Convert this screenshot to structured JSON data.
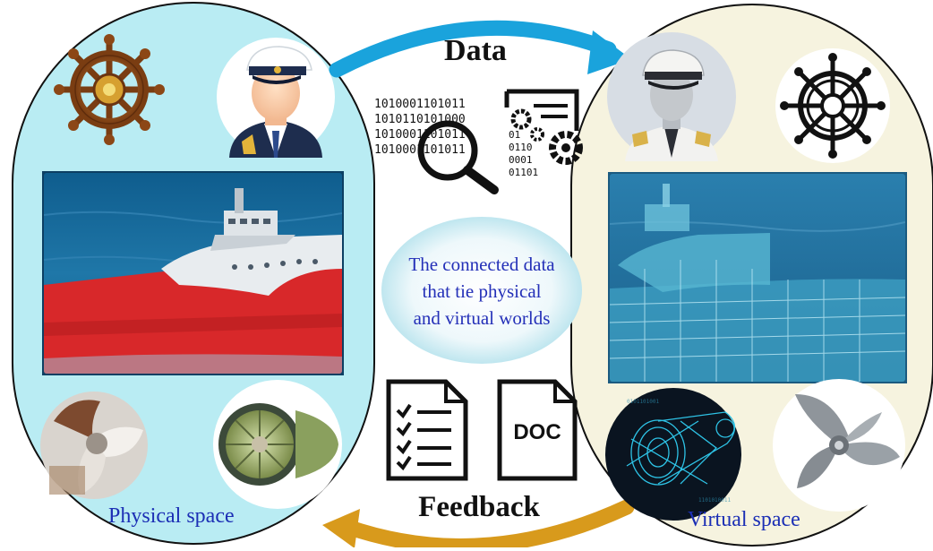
{
  "arrows": {
    "data_label": "Data",
    "feedback_label": "Feedback",
    "data_color": "#1aa3dc",
    "feedback_color": "#d89a1c"
  },
  "physical": {
    "label": "Physical  space",
    "bg_color": "#b9ecf3",
    "icons": [
      "ship-wheel-icon",
      "captain-avatar-icon",
      "ship-photo",
      "propeller-photo",
      "jet-engine-photo"
    ]
  },
  "virtual": {
    "label": "Virtual space",
    "bg_color": "#f6f3df",
    "icons": [
      "virtual-captain-icon",
      "ship-wheel-outline-icon",
      "digital-ship-wireframe",
      "wireframe-engine-model",
      "propeller-3d-model"
    ]
  },
  "center": {
    "caption_lines": [
      "The connected data",
      "that tie physical",
      "and virtual worlds"
    ]
  },
  "binary": {
    "main_lines": [
      "1010001101011",
      "1010110101000",
      "1010001101011",
      "1010001101011"
    ],
    "small_lines": [
      "01",
      "0110",
      "0001",
      "01101"
    ]
  },
  "documents": {
    "doc_label": "DOC"
  }
}
